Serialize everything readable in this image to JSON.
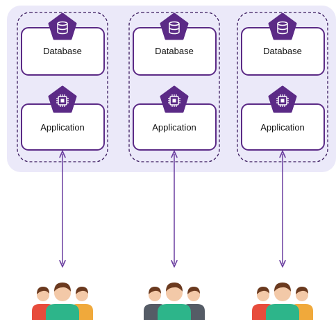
{
  "colors": {
    "background_panel": "#ebe9f9",
    "card_border": "#5b2a86",
    "dashed_border": "#3a1a5e",
    "hexagon": "#5b2a86",
    "arrow": "#6b3fa0",
    "card_fill": "#ffffff",
    "skin": "#f3c9a8",
    "hair": "#6b3a1f",
    "shirt_teal": "#2db58a",
    "shirt_red": "#e74c3c",
    "shirt_orange": "#f0a93b"
  },
  "nodes": [
    {
      "database": {
        "label": "Database",
        "icon": "database-icon"
      },
      "application": {
        "label": "Application",
        "icon": "chip-icon"
      },
      "users_icon": "users-group-icon"
    },
    {
      "database": {
        "label": "Database",
        "icon": "database-icon"
      },
      "application": {
        "label": "Application",
        "icon": "chip-icon"
      },
      "users_icon": "users-group-icon"
    },
    {
      "database": {
        "label": "Database",
        "icon": "database-icon"
      },
      "application": {
        "label": "Application",
        "icon": "chip-icon"
      },
      "users_icon": "users-group-icon"
    }
  ]
}
